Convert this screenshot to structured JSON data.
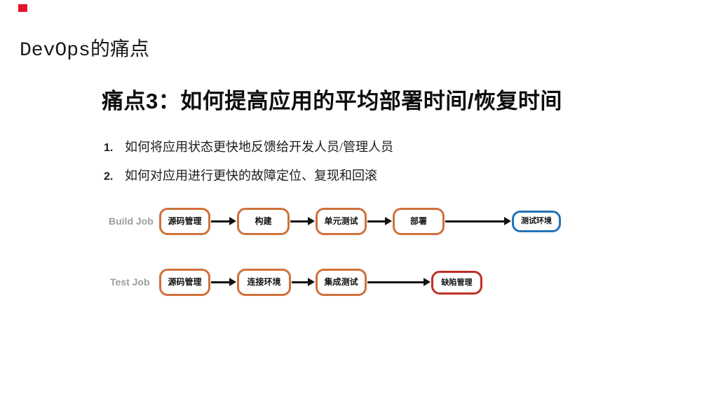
{
  "slide": {
    "title": "DevOps的痛点",
    "heading": "痛点3：如何提高应用的平均部署时间/恢复时间",
    "list_items": [
      {
        "number": "1.",
        "text": "如何将应用状态更快地反馈给开发人员/管理人员"
      },
      {
        "number": "2.",
        "text": "如何对应用进行更快的故障定位、复现和回滚"
      }
    ],
    "flows": [
      {
        "label": "Build Job",
        "nodes": [
          {
            "text": "源码管理",
            "style": "orange"
          },
          {
            "text": "构建",
            "style": "orange"
          },
          {
            "text": "单元测试",
            "style": "orange"
          },
          {
            "text": "部署",
            "style": "orange"
          },
          {
            "text": "测试环境",
            "style": "blue"
          }
        ]
      },
      {
        "label": "Test Job",
        "nodes": [
          {
            "text": "源码管理",
            "style": "orange"
          },
          {
            "text": "连接环境",
            "style": "orange"
          },
          {
            "text": "集成测试",
            "style": "orange"
          },
          {
            "text": "缺陷管理",
            "style": "red"
          }
        ]
      }
    ],
    "colors": {
      "corner_accent": "#e8112d",
      "node_orange": "#d0713a",
      "node_blue": "#2273b8",
      "node_red": "#bf3028",
      "arrow": "#111111",
      "row_label_gray": "#9d9d9d"
    }
  }
}
